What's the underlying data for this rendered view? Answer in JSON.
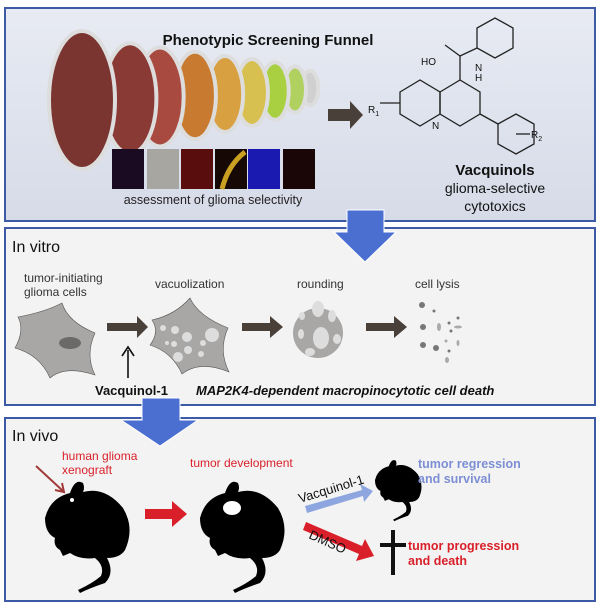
{
  "colors": {
    "border": "#3d5aa6",
    "panel_top_bg": "#dfe3ee",
    "panel_bg": "#f3f3f3",
    "big_arrow": "#4a6fd0",
    "red": "#d9202a",
    "dark_red": "#a33a3a",
    "light_blue_text": "#7d8fd4",
    "dark_arrow": "#4a403a",
    "cell_gray": "#a9a7a5"
  },
  "screening": {
    "title": "Phenotypic Screening Funnel",
    "images_caption": "assessment of glioma selectivity",
    "compound_name": "Vacquinols",
    "compound_desc_1": "glioma-selective",
    "compound_desc_2": "cytotoxics",
    "structure_labels": {
      "ho": "HO",
      "n_top": "N",
      "h": "H",
      "n_ring": "N",
      "r1": "R",
      "r1_sub": "1",
      "r2": "R",
      "r2_sub": "2"
    }
  },
  "in_vitro": {
    "heading": "In vitro",
    "stage_1_line1": "tumor-initiating",
    "stage_1_line2": "glioma cells",
    "stage_2": "vacuolization",
    "stage_3": "rounding",
    "stage_4": "cell lysis",
    "treatment": "Vacquinol-1",
    "mechanism": "MAP2K4-dependent macropinocytotic cell death"
  },
  "in_vivo": {
    "heading": "In vivo",
    "xenograft_line1": "human glioma",
    "xenograft_line2": "xenograft",
    "development": "tumor development",
    "treatment": "Vacquinol-1",
    "control": "DMSO",
    "outcome_good_1": "tumor regression",
    "outcome_good_2": "and survival",
    "outcome_bad_1": "tumor progression",
    "outcome_bad_2": "and death"
  }
}
